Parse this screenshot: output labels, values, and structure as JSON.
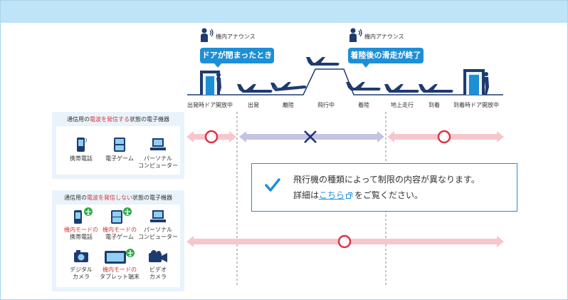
{
  "announce": {
    "left_label": "機内アナウンス",
    "right_label": "機内アナウンス"
  },
  "bubbles": {
    "door_closed": "ドアが閉まったとき",
    "taxi_end": "着陸後の滑走が終了"
  },
  "timeline": {
    "stages": [
      "出発時ドア開放中",
      "出発",
      "離陸",
      "飛行中",
      "着陸",
      "地上走行",
      "到着",
      "到着時ドア開放中"
    ]
  },
  "panel_tx": {
    "title_pre": "通信用の",
    "title_hl": "電波を発信する",
    "title_post": "状態の電子機器",
    "devices": [
      {
        "icon": "mobile-phone-icon",
        "label": "携帯電話"
      },
      {
        "icon": "game-console-icon",
        "label": "電子ゲーム"
      },
      {
        "icon": "laptop-icon",
        "label1": "パーソナル",
        "label2": "コンピューター"
      }
    ]
  },
  "panel_notx": {
    "title_pre": "通信用の",
    "title_hl": "電波を発信しない",
    "title_post": "状態の電子機器",
    "devices": [
      {
        "icon": "mobile-phone-icon",
        "mode": "機内モードの",
        "label": "携帯電話"
      },
      {
        "icon": "game-console-icon",
        "mode": "機内モードの",
        "label": "電子ゲーム"
      },
      {
        "icon": "laptop-icon",
        "label1": "パーソナル",
        "label2": "コンピューター"
      },
      {
        "icon": "digital-camera-icon",
        "label1": "デジタル",
        "label2": "カメラ"
      },
      {
        "icon": "tablet-icon",
        "mode": "機内モードの",
        "label": "タブレット端末"
      },
      {
        "icon": "video-camera-icon",
        "label1": "ビデオ",
        "label2": "カメラ"
      }
    ]
  },
  "notice": {
    "line1": "飛行機の種類によって制限の内容が異なります。",
    "line2_pre": "詳細は",
    "link": "こちら",
    "line2_post": "をご覧ください。"
  },
  "colors": {
    "blue": "#1d8fd6",
    "allowed_bar": "#f7c6cc",
    "allowed_mark": "#d9344b",
    "forbidden_bar": "#c3c3e2",
    "forbidden_mark": "#1f2f7a",
    "panel_bg": "#eaf3fb"
  }
}
